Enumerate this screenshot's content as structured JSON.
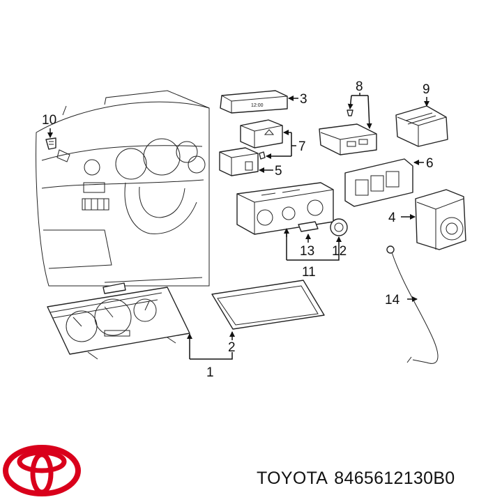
{
  "callouts": {
    "c1": "1",
    "c2": "2",
    "c3": "3",
    "c4": "4",
    "c5": "5",
    "c6": "6",
    "c7": "7",
    "c8": "8",
    "c9": "9",
    "c10": "10",
    "c11": "11",
    "c12": "12",
    "c13": "13",
    "c14": "14"
  },
  "clock_display": "12:00",
  "brand": {
    "name": "TOYOTA",
    "part_number": "8465612130B0",
    "logo_color": "#d9001b"
  }
}
